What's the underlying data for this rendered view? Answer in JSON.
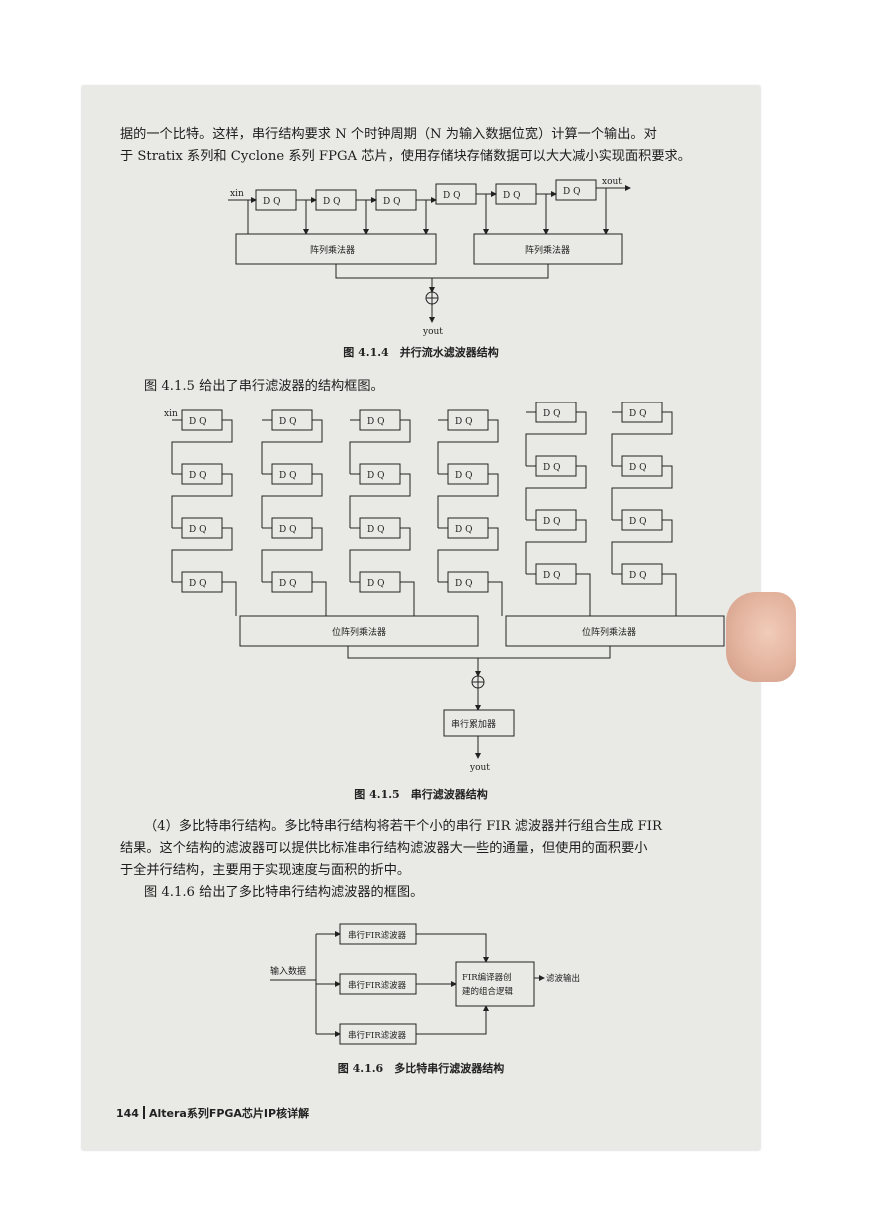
{
  "paragraphs": {
    "p1_line1": "据的一个比特。这样，串行结构要求 N 个时钟周期（N 为输入数据位宽）计算一个输出。对",
    "p1_line2": "于 Stratix 系列和 Cyclone 系列 FPGA 芯片，使用存储块存储数据可以大大减小实现面积要求。",
    "p2": "图 4.1.5 给出了串行滤波器的结构框图。",
    "p3_line1": "（4）多比特串行结构。多比特串行结构将若干个小的串行 FIR 滤波器并行组合生成 FIR",
    "p3_line2": "结果。这个结构的滤波器可以提供比标准串行结构滤波器大一些的通量，但使用的面积要小",
    "p3_line3": "于全并行结构，主要用于实现速度与面积的折中。",
    "p4": "图 4.1.6 给出了多比特串行结构滤波器的框图。"
  },
  "fig1": {
    "caption": "图 4.1.4　并行流水滤波器结构",
    "input_label": "xin",
    "output_label": "xout",
    "result_label": "yout",
    "register_label": "D Q",
    "multiplier_label": "阵列乘法器"
  },
  "fig2": {
    "caption": "图 4.1.5　串行滤波器结构",
    "input_label": "xin",
    "register_label": "D Q",
    "multiplier_label": "位阵列乘法器",
    "accumulator_label": "串行累加器",
    "result_label": "yout"
  },
  "fig3": {
    "caption": "图 4.1.6　多比特串行滤波器结构",
    "input_label": "输入数据",
    "filter_label": "串行FIR滤波器",
    "logic_line1": "FIR编译器创",
    "logic_line2": "建的组合逻辑",
    "output_label": "滤波输出"
  },
  "footer": {
    "page_number": "144",
    "book_title": "Altera系列FPGA芯片IP核详解"
  },
  "colors": {
    "page": "#e9eae6",
    "ink": "#222222"
  }
}
